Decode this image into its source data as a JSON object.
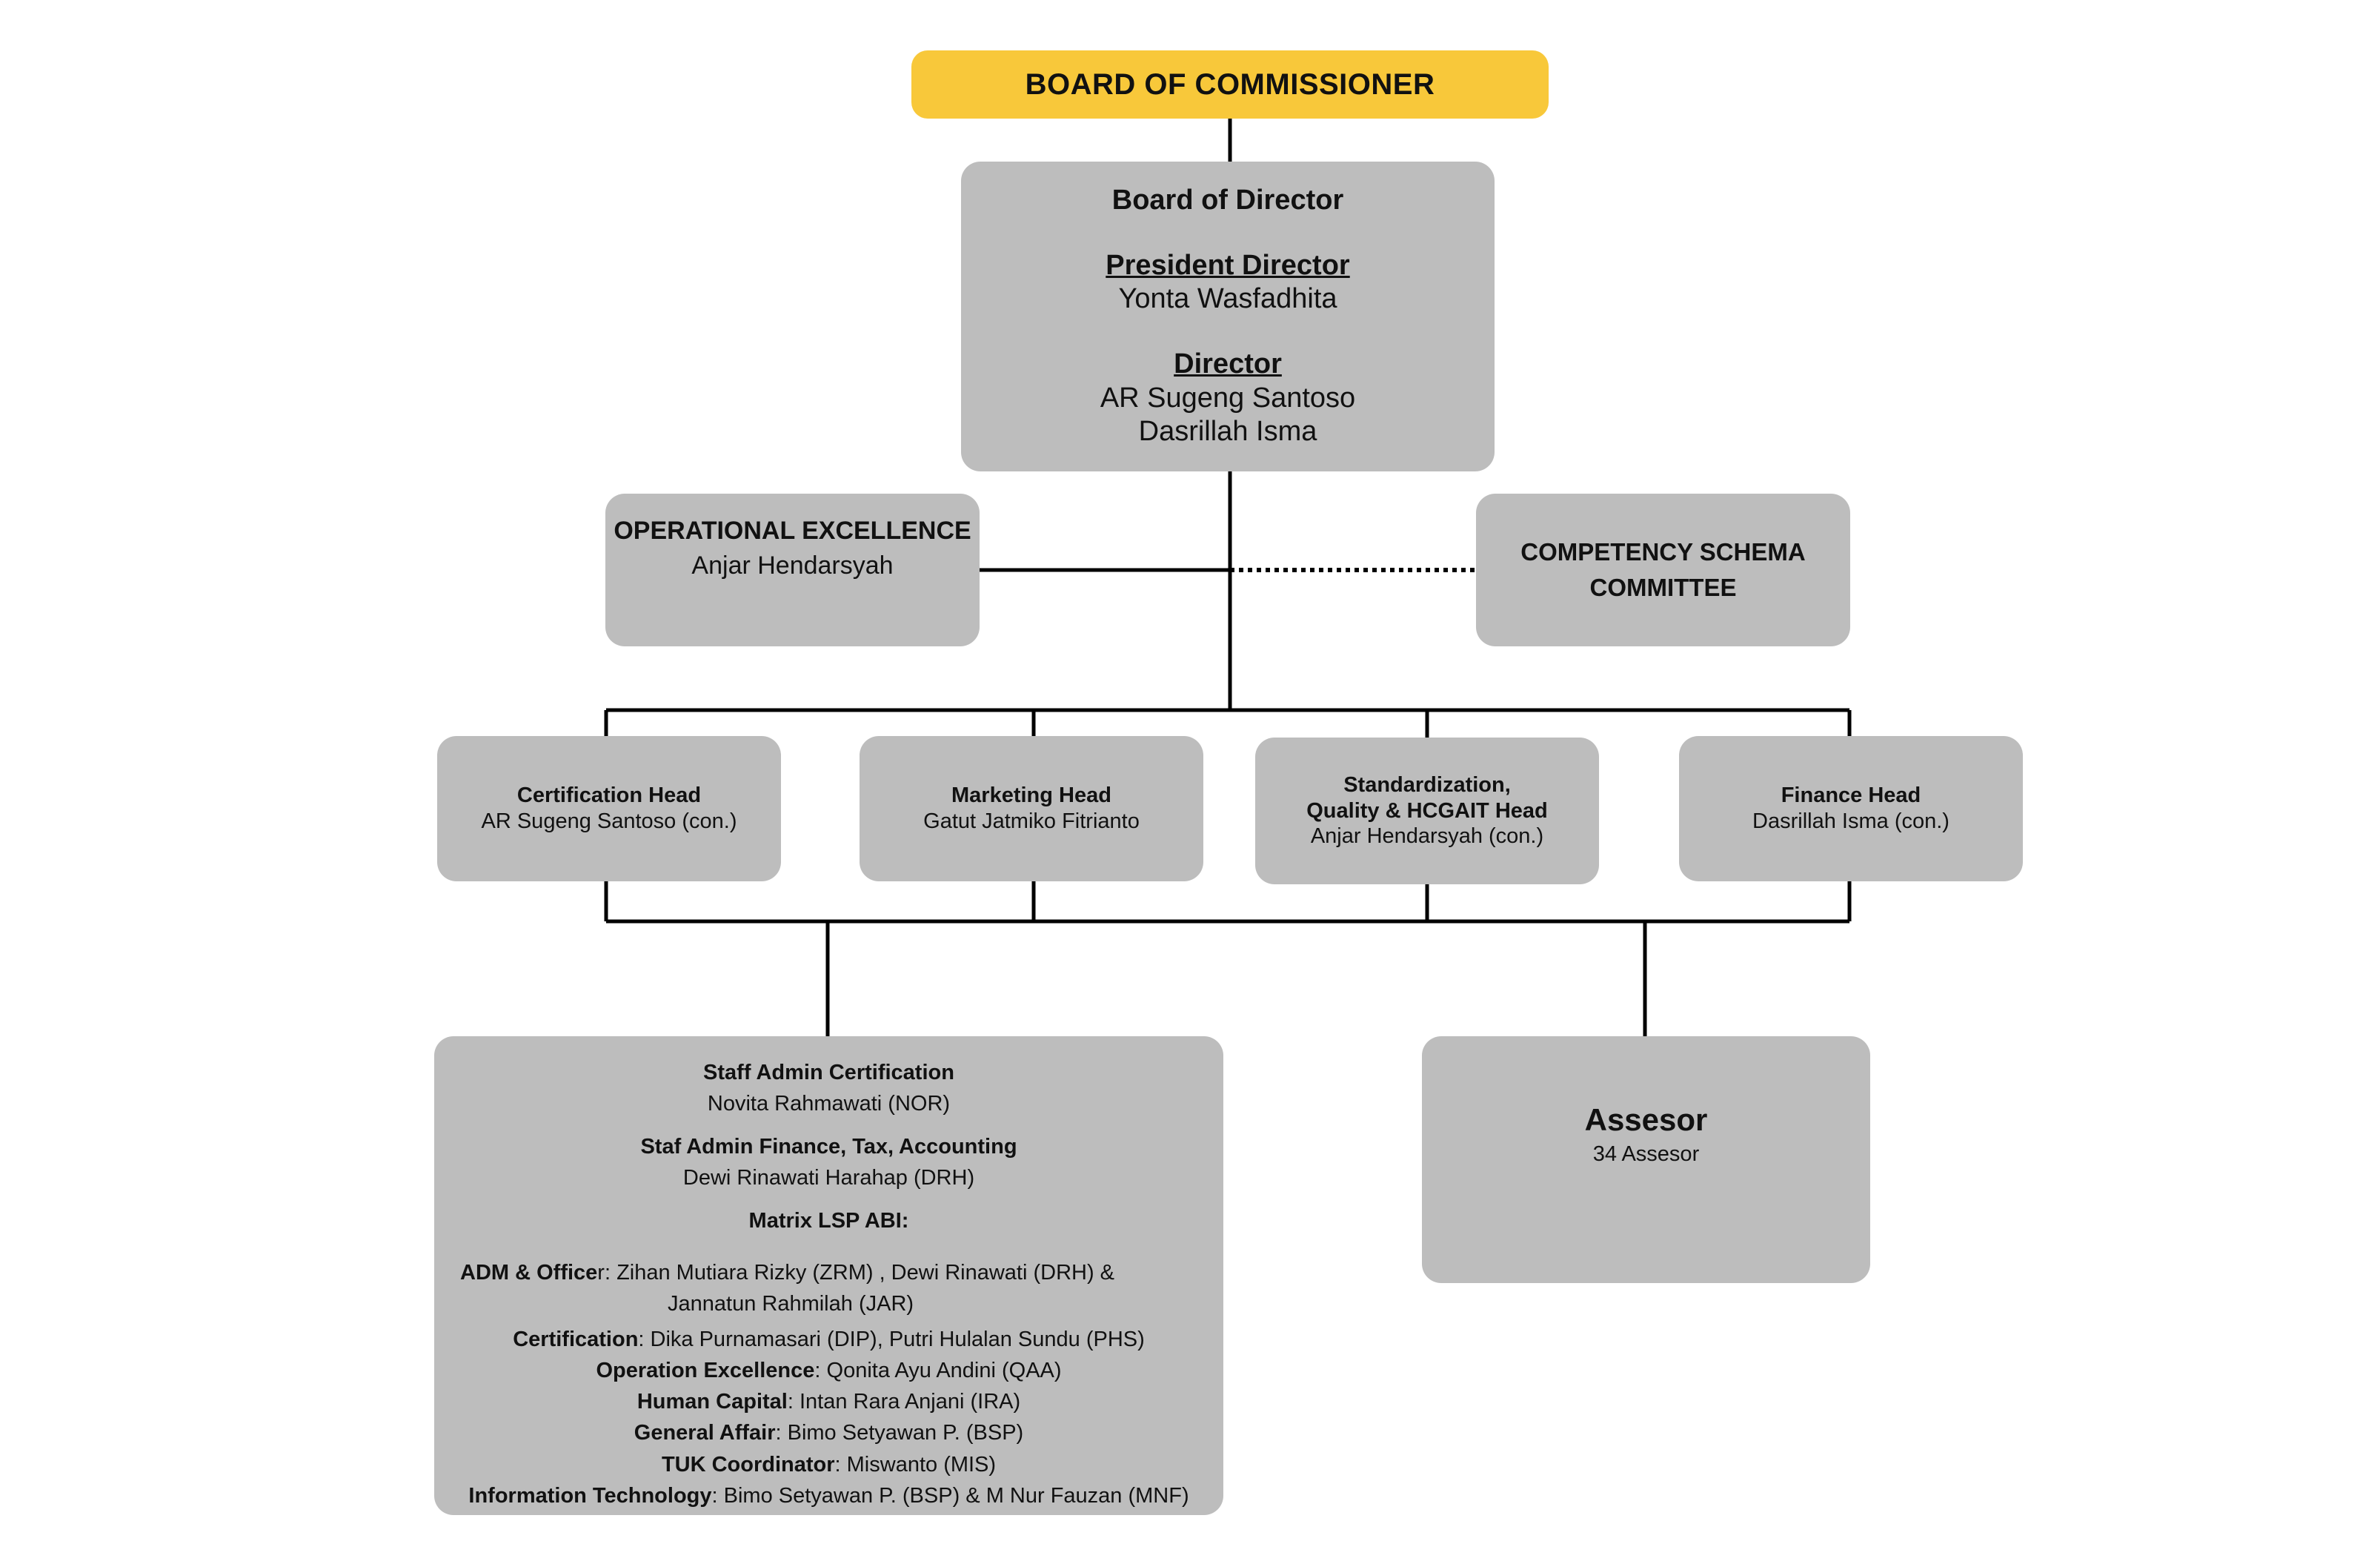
{
  "board": {
    "title": "BOARD OF COMMISSIONER"
  },
  "directors": {
    "title": "Board of Director",
    "president_label": "President Director",
    "president_name": "Yonta Wasfadhita",
    "director_label": "Director",
    "director_names": [
      "AR Sugeng Santoso",
      "Dasrillah Isma"
    ]
  },
  "operational_excellence": {
    "title": "OPERATIONAL EXCELLENCE",
    "name": "Anjar Hendarsyah"
  },
  "competency_committee": {
    "title_line1": "COMPETENCY SCHEMA",
    "title_line2": "COMMITTEE"
  },
  "heads": {
    "certification": {
      "title": "Certification Head",
      "name": "AR Sugeng Santoso (con.)"
    },
    "marketing": {
      "title": "Marketing Head",
      "name": "Gatut Jatmiko Fitrianto"
    },
    "standardization": {
      "title_line1": "Standardization,",
      "title_line2": "Quality & HCGAIT Head",
      "name": "Anjar Hendarsyah (con.)"
    },
    "finance": {
      "title": "Finance Head",
      "name": "Dasrillah Isma (con.)"
    }
  },
  "staff": {
    "admin_cert_title": "Staff Admin Certification",
    "admin_cert_name": "Novita Rahmawati (NOR)",
    "admin_fin_title": "Staf Admin Finance, Tax, Accounting",
    "admin_fin_name": "Dewi Rinawati Harahap (DRH)",
    "matrix_title": "Matrix LSP ABI:",
    "adm_label": "ADM & Office",
    "adm_label_tail": "r",
    "adm_value_line1": ": Zihan Mutiara Rizky (ZRM) , Dewi Rinawati (DRH) &",
    "adm_value_line2": "Jannatun Rahmilah (JAR)",
    "rows": [
      {
        "label": "Certification",
        "value": ": Dika Purnamasari (DIP), Putri Hulalan Sundu (PHS)"
      },
      {
        "label": "Operation Excellence",
        "value": ": Qonita Ayu Andini (QAA)"
      },
      {
        "label": "Human Capital",
        "value": ": Intan Rara Anjani (IRA)"
      },
      {
        "label": "General Affair",
        "value": ": Bimo Setyawan P. (BSP)"
      },
      {
        "label": "TUK Coordinator",
        "value": ": Miswanto (MIS)"
      },
      {
        "label": "Information Technology",
        "value": ": Bimo Setyawan P. (BSP) & M Nur Fauzan (MNF)"
      }
    ]
  },
  "assesor": {
    "title": "Assesor",
    "count": "34 Assesor"
  }
}
